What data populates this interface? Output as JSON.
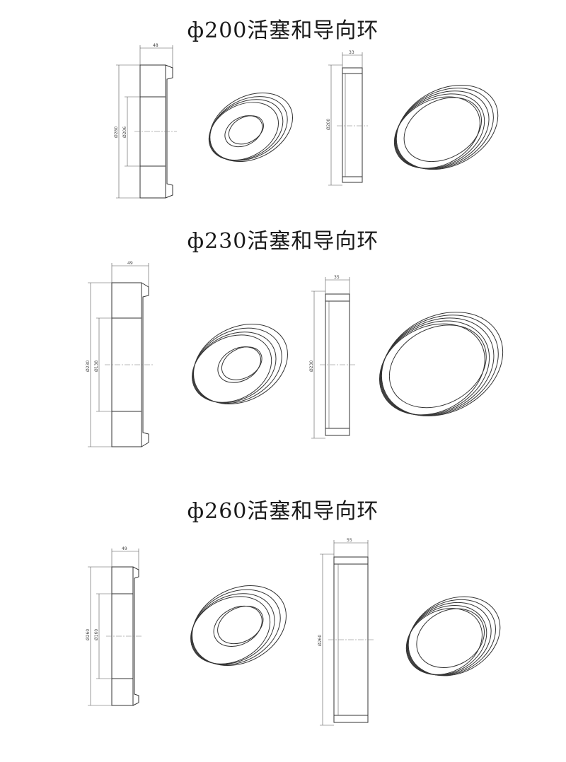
{
  "sections": [
    {
      "title": "ф200活塞和导向环",
      "piston": {
        "width": "48",
        "outer_dia": "Ø280",
        "inner_dia": "Ø206"
      },
      "ring": {
        "width": "33",
        "dia": "Ø200"
      }
    },
    {
      "title": "ф230活塞和导向环",
      "piston": {
        "width": "49",
        "outer_dia": "Ø230",
        "inner_dia": "Ø138"
      },
      "ring": {
        "width": "35",
        "dia": "Ø230"
      }
    },
    {
      "title": "ф260活塞和导向环",
      "piston": {
        "width": "49",
        "outer_dia": "Ø260",
        "inner_dia": "Ø160"
      },
      "ring": {
        "width": "55",
        "dia": "Ø260"
      }
    }
  ]
}
